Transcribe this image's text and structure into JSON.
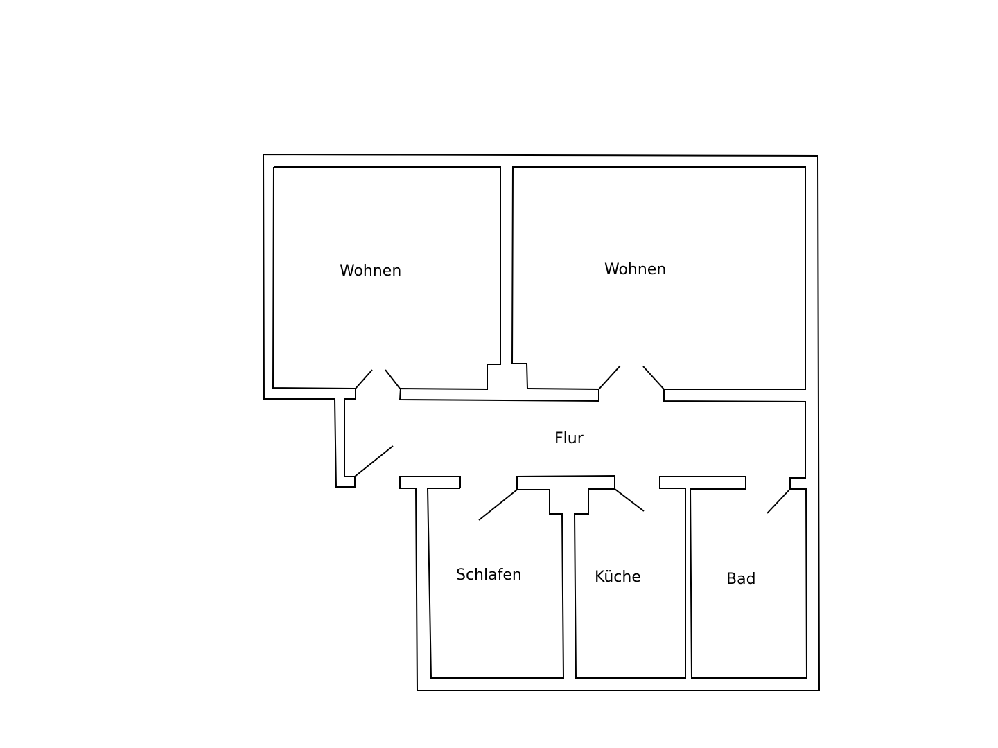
{
  "plan": {
    "rooms": [
      {
        "id": "wohnen-left",
        "label": "Wohnen"
      },
      {
        "id": "wohnen-right",
        "label": "Wohnen"
      },
      {
        "id": "flur",
        "label": "Flur"
      },
      {
        "id": "schlafen",
        "label": "Schlafen"
      },
      {
        "id": "kueche",
        "label": "Küche"
      },
      {
        "id": "bad",
        "label": "Bad"
      }
    ]
  }
}
